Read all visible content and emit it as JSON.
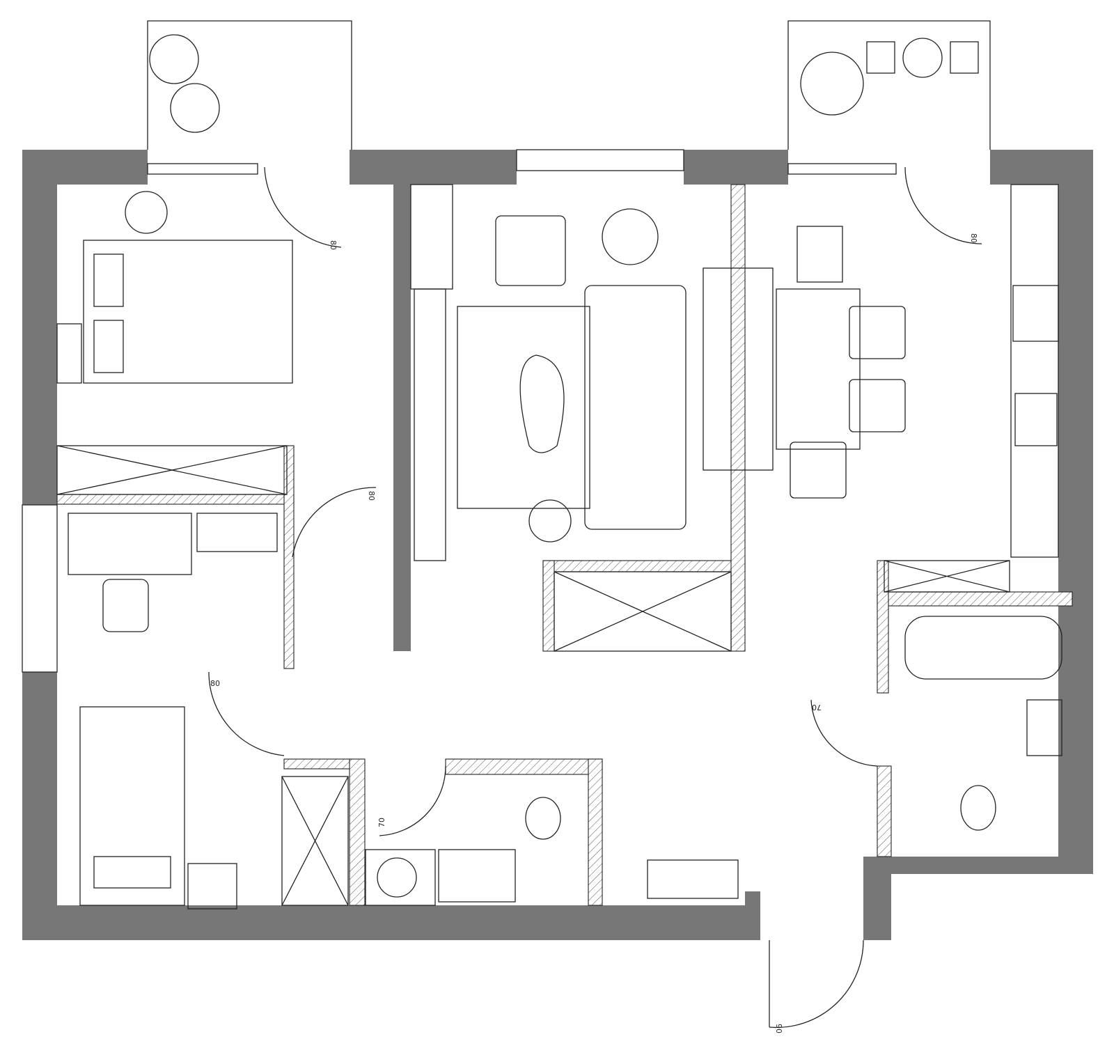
{
  "colors": {
    "wall": "#777777",
    "line": "#222222"
  },
  "doors": [
    {
      "id": "balcony-left",
      "label": "80"
    },
    {
      "id": "balcony-right",
      "label": "80"
    },
    {
      "id": "office",
      "label": "80"
    },
    {
      "id": "bedroom2",
      "label": "80"
    },
    {
      "id": "wc",
      "label": "70"
    },
    {
      "id": "bathroom",
      "label": "70"
    },
    {
      "id": "entrance",
      "label": "90"
    }
  ]
}
